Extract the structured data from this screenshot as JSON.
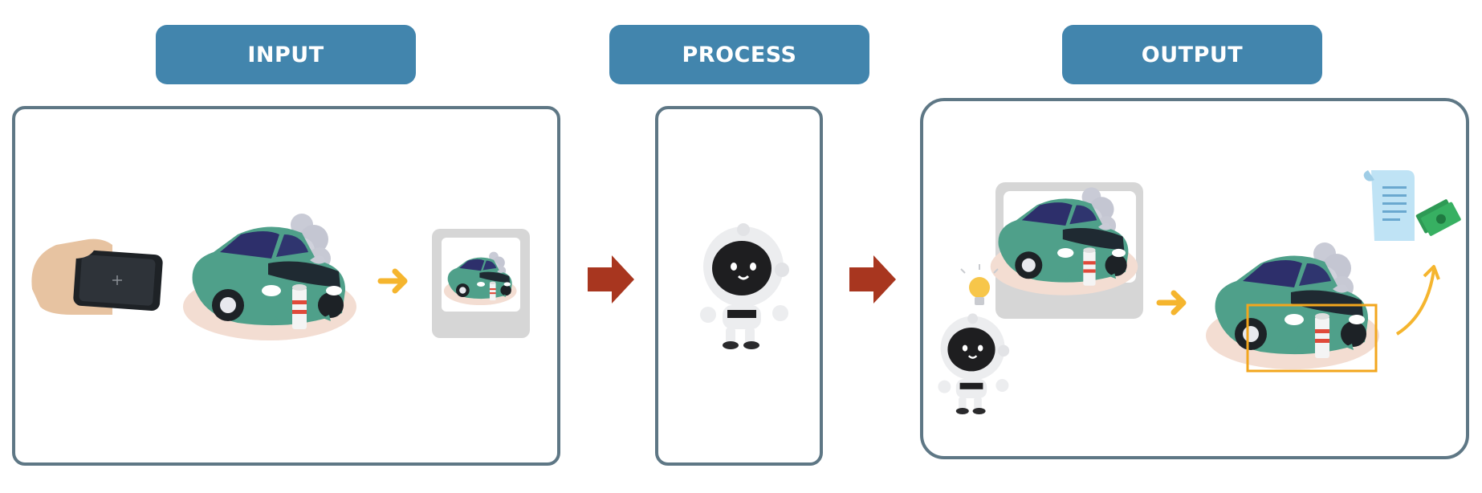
{
  "stages": {
    "input": "INPUT",
    "process": "PROCESS",
    "output": "OUTPUT"
  },
  "colors": {
    "pill": "#4285ad",
    "panel_border": "#5e7785",
    "flow_arrow": "#a8361f",
    "small_arrow": "#f5b52e",
    "car_body": "#4fa08a",
    "highlight_box": "#f2a61d"
  }
}
